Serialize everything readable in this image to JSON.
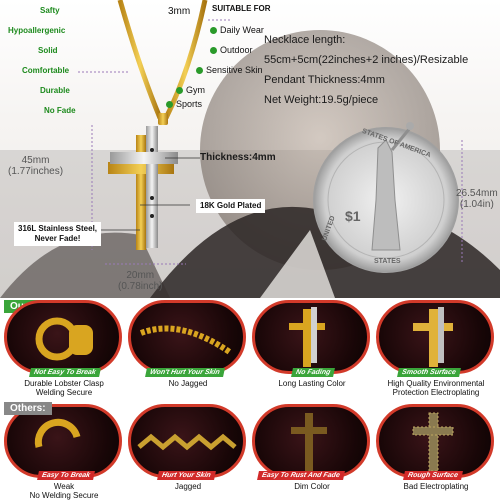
{
  "suitable_for": {
    "title": "SUITABLE FOR",
    "items": [
      "Daily Wear",
      "Outdoor",
      "Sensitive Skin",
      "Gym",
      "Sports"
    ]
  },
  "features": [
    "Safty",
    "Hypoallergenic",
    "Solid",
    "Comfortable",
    "Durable",
    "No Fade"
  ],
  "chain_width": "3mm",
  "specs": {
    "length": "Necklace length:",
    "length_value": "55cm+5cm(22inches+2 inches)/Resizable",
    "thickness": "Pendant Thickness:4mm",
    "weight": "Net Weight:19.5g/piece"
  },
  "dims": {
    "height_mm": "45mm",
    "height_in": "(1.77inches)",
    "width_mm": "20mm",
    "width_in": "(0.78inch)",
    "coin_mm": "26.54mm",
    "coin_in": "(1.04in)"
  },
  "callouts": {
    "thickness": "Thickness:4mm",
    "gold": "18K Gold Plated",
    "steel_1": "316L Stainless Steel,",
    "steel_2": "Never Fade!"
  },
  "coin": {
    "text_top": "STATES OF AMERICA",
    "text_side": "UNITED",
    "value": "$1",
    "text_bottom": "STATES"
  },
  "comparison": {
    "ours_label": "Ours:",
    "others_label": "Others:",
    "ours": [
      {
        "tag": "Not Easy To Break",
        "caption_1": "Durable Lobster Clasp",
        "caption_2": "Welding Secure"
      },
      {
        "tag": "Won't Hurt Your Skin",
        "caption_1": "No Jagged",
        "caption_2": ""
      },
      {
        "tag": "No Fading",
        "caption_1": "Long Lasting Color",
        "caption_2": ""
      },
      {
        "tag": "Smooth Surface",
        "caption_1": "High Quality Environmental",
        "caption_2": "Protection Electroplating"
      }
    ],
    "others": [
      {
        "tag": "Easy To Break",
        "caption_1": "Weak",
        "caption_2": "No Welding Secure"
      },
      {
        "tag": "Hurt Your Skin",
        "caption_1": "Jagged",
        "caption_2": ""
      },
      {
        "tag": "Easy To Rust And Fade",
        "caption_1": "Dim Color",
        "caption_2": ""
      },
      {
        "tag": "Rough Surface",
        "caption_1": "Bad Electroplating",
        "caption_2": ""
      }
    ]
  },
  "colors": {
    "accent_green": "#3aa53a",
    "accent_red": "#d22a2a",
    "gold": "#d9a520",
    "silver": "#c8c8c8"
  }
}
